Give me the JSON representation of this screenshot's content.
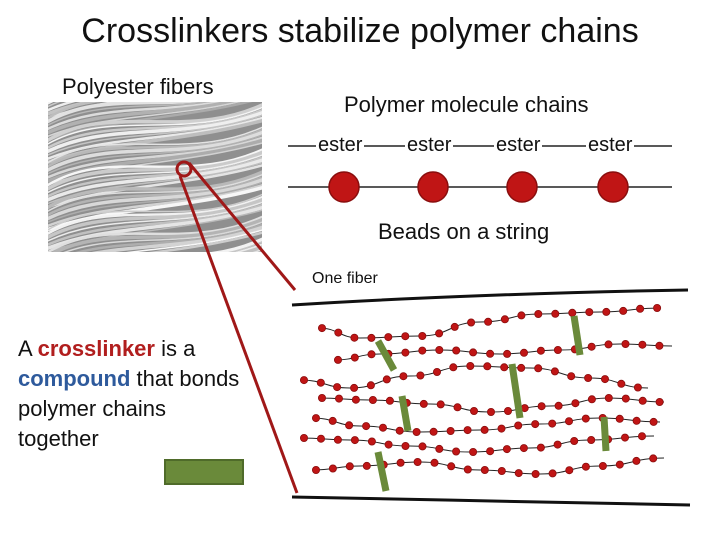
{
  "title": "Crosslinkers stabilize polymer chains",
  "fibers_label": "Polyester fibers",
  "chains_label": "Polymer molecule chains",
  "ester_labels": [
    "ester",
    "ester",
    "ester",
    "ester"
  ],
  "beads_label": "Beads on a string",
  "one_fiber_label": "One fiber",
  "description": {
    "part1": "A ",
    "crosslinker": "crosslinker",
    "part2": " is a ",
    "compound": "compound",
    "part3": " that bonds polymer chains together"
  },
  "colors": {
    "bead": "#c01515",
    "bead_edge": "#8a0e0e",
    "crosslinker": "#6a8a3a",
    "pointer_line": "#a01818",
    "crosslinker_word": "#b11e1e",
    "compound_word": "#2e5a9c"
  }
}
